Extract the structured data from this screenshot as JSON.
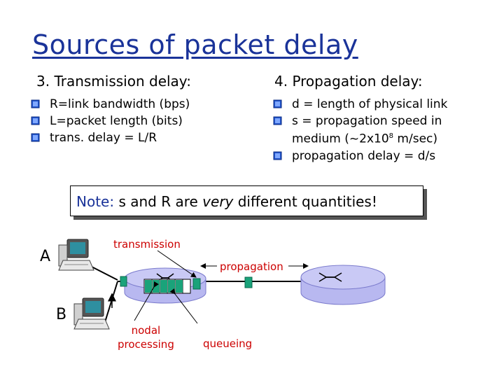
{
  "title": "Sources of packet delay",
  "transmission": {
    "heading": "3. Transmission delay:",
    "bullets": [
      "R=link bandwidth (bps)",
      "L=packet length (bits)",
      "trans. delay = L/R"
    ]
  },
  "propagation": {
    "heading": "4. Propagation delay:",
    "bullets": [
      "d = length of physical link",
      "s = propagation speed in",
      "medium (~2x10",
      "8",
      " m/sec)",
      "propagation delay = d/s"
    ]
  },
  "note": {
    "label": "Note:",
    "text_before": " s and R are ",
    "emphasis": "very",
    "text_after": " different quantities!"
  },
  "diagram": {
    "host_a": "A",
    "host_b": "B",
    "transmission_label": "transmission",
    "propagation_label": "propagation",
    "nodal_processing_label": "nodal\nprocessing",
    "queueing_label": "queueing"
  },
  "colors": {
    "title": "#1a3399",
    "label_red": "#cc0000",
    "packet": "#1aa37a",
    "router_fill": "#b8b8f0",
    "arrow": "#000000"
  }
}
